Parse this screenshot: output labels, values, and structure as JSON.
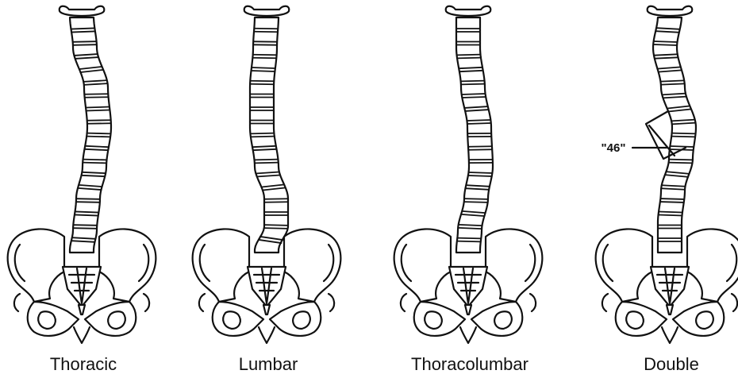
{
  "figures": [
    {
      "name": "thoracic",
      "label": "Thoracic"
    },
    {
      "name": "lumbar",
      "label": "Lumbar"
    },
    {
      "name": "thoracolumbar",
      "label": "Thoracolumbar"
    },
    {
      "name": "double",
      "label": "Double"
    }
  ],
  "annotation": {
    "angle_text": "\"46\""
  }
}
